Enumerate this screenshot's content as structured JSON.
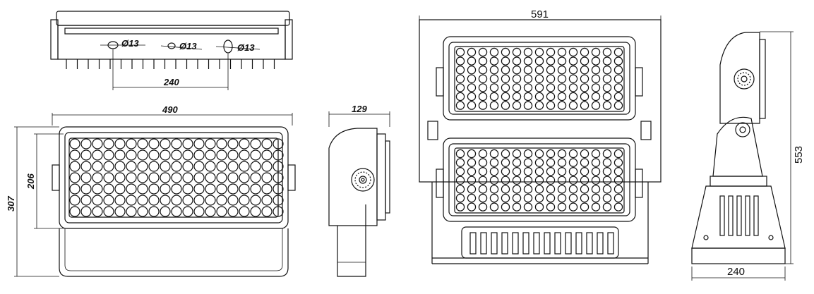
{
  "dimensions": {
    "hole_top": "240",
    "width_front": "490",
    "height_overall": "307",
    "height_panel": "206",
    "depth_side": "129",
    "width_double": "591",
    "height_double": "553",
    "base_width": "240"
  },
  "holes": {
    "left": "Ø13",
    "center": "Ø13",
    "right": "Ø13"
  },
  "colors": {
    "line": "#111111",
    "background": "#ffffff"
  }
}
